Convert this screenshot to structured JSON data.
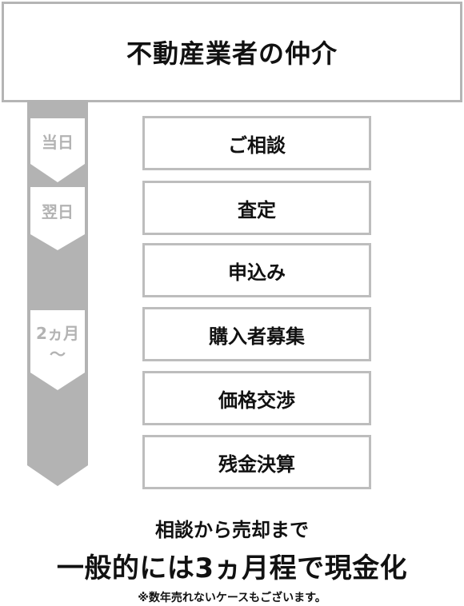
{
  "title": "不動産業者の仲介",
  "timeline": {
    "labels": [
      {
        "text": "当日"
      },
      {
        "text": "翌日"
      },
      {
        "text": "2ヵ月"
      },
      {
        "text": "〜"
      }
    ]
  },
  "steps": [
    {
      "label": "ご相談"
    },
    {
      "label": "査定"
    },
    {
      "label": "申込み"
    },
    {
      "label": "購入者募集"
    },
    {
      "label": "価格交渉"
    },
    {
      "label": "残金決算"
    }
  ],
  "footer": {
    "line1": "相談から売却まで",
    "line2": "一般的には3ヵ月程で現金化",
    "note": "※数年売れないケースもございます。"
  },
  "colors": {
    "timeline_gray": "#b3b3b3",
    "box_border": "#bdbdbd",
    "text": "#111111"
  }
}
